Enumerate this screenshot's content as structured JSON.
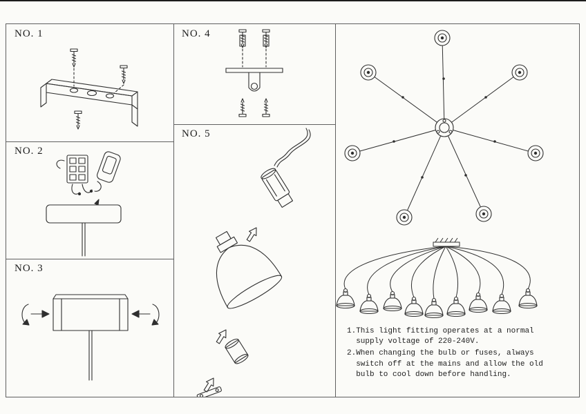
{
  "sheet": {
    "background": "#fbfbf8",
    "line_color": "#2f2f2f"
  },
  "panels": [
    {
      "label": "NO. 1",
      "illustration": "ceiling-mounting-bar-with-screws"
    },
    {
      "label": "NO. 2",
      "illustration": "terminal-block-wiring-to-canopy"
    },
    {
      "label": "NO. 3",
      "illustration": "canopy-with-side-spring-clips"
    },
    {
      "label": "NO. 4",
      "illustration": "wall-fixing-cable-grip-bracket"
    },
    {
      "label": "NO. 5",
      "illustration": "lamp-shade-exploded-assembly"
    }
  ],
  "overview": {
    "top_view": "spider-pendant-top-view-seven-arms",
    "side_view": "spider-pendant-side-view-nine-shades"
  },
  "notes": [
    "1.This light fitting operates at a normal\n  supply voltage of 220-240V.",
    "2.When changing the bulb or fuses, always\n  switch off at the mains and allow the old\n  bulb to cool down before handling."
  ]
}
